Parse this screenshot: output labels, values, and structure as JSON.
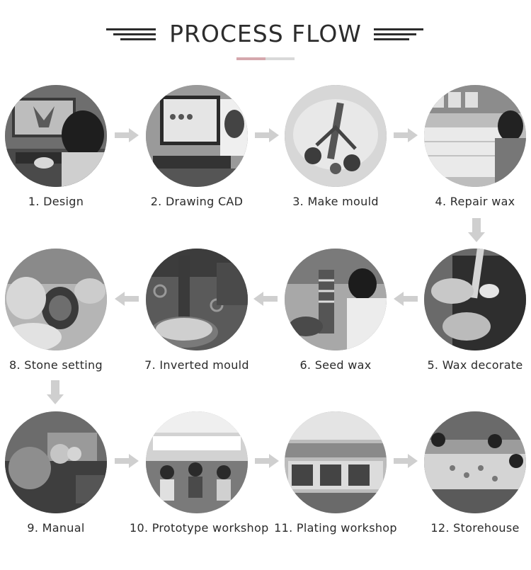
{
  "header": {
    "title": "PROCESS FLOW"
  },
  "steps": [
    {
      "label": "1. Design",
      "icon": "designer-at-computer-photo"
    },
    {
      "label": "2. Drawing CAD",
      "icon": "cad-monitor-photo"
    },
    {
      "label": "3. Make mould",
      "icon": "mould-making-photo"
    },
    {
      "label": "4. Repair wax",
      "icon": "wax-repair-photo"
    },
    {
      "label": "5. Wax decorate",
      "icon": "wax-decorate-photo"
    },
    {
      "label": "6. Seed wax",
      "icon": "seed-wax-photo"
    },
    {
      "label": "7. Inverted mould",
      "icon": "inverted-mould-photo"
    },
    {
      "label": "8. Stone setting",
      "icon": "stone-setting-photo"
    },
    {
      "label": "9. Manual",
      "icon": "manual-polishing-photo"
    },
    {
      "label": "10. Prototype workshop",
      "icon": "prototype-workshop-photo"
    },
    {
      "label": "11. Plating workshop",
      "icon": "plating-workshop-photo"
    },
    {
      "label": "12. Storehouse",
      "icon": "storehouse-photo"
    }
  ],
  "colors": {
    "title": "#2c2c2c",
    "accent": "#d5a8ad",
    "arrow": "#cfcfcf"
  }
}
